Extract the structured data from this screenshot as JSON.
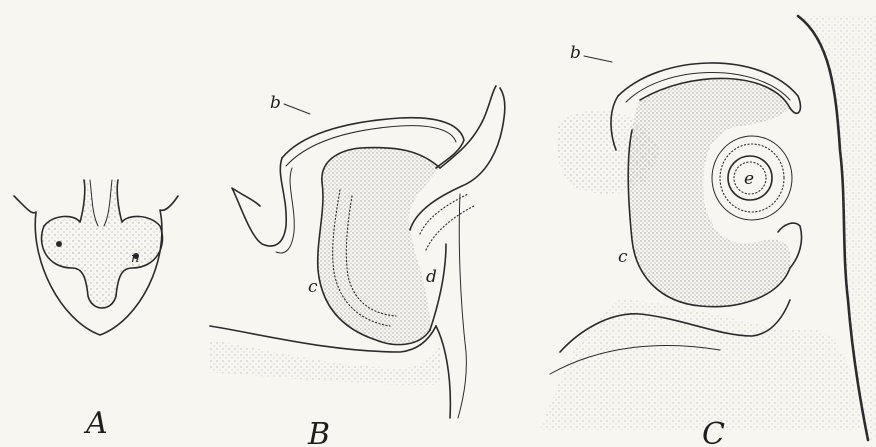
{
  "figures": [
    {
      "id": "A",
      "label": "A",
      "parts": [
        "n"
      ]
    },
    {
      "id": "B",
      "label": "B",
      "parts": [
        "b",
        "c",
        "d"
      ]
    },
    {
      "id": "C",
      "label": "C",
      "parts": [
        "b",
        "c",
        "e"
      ]
    }
  ],
  "colors": {
    "paper": "#f7f6f1",
    "ink": "#2b2b2b",
    "stipple": "#6f6f6f"
  }
}
